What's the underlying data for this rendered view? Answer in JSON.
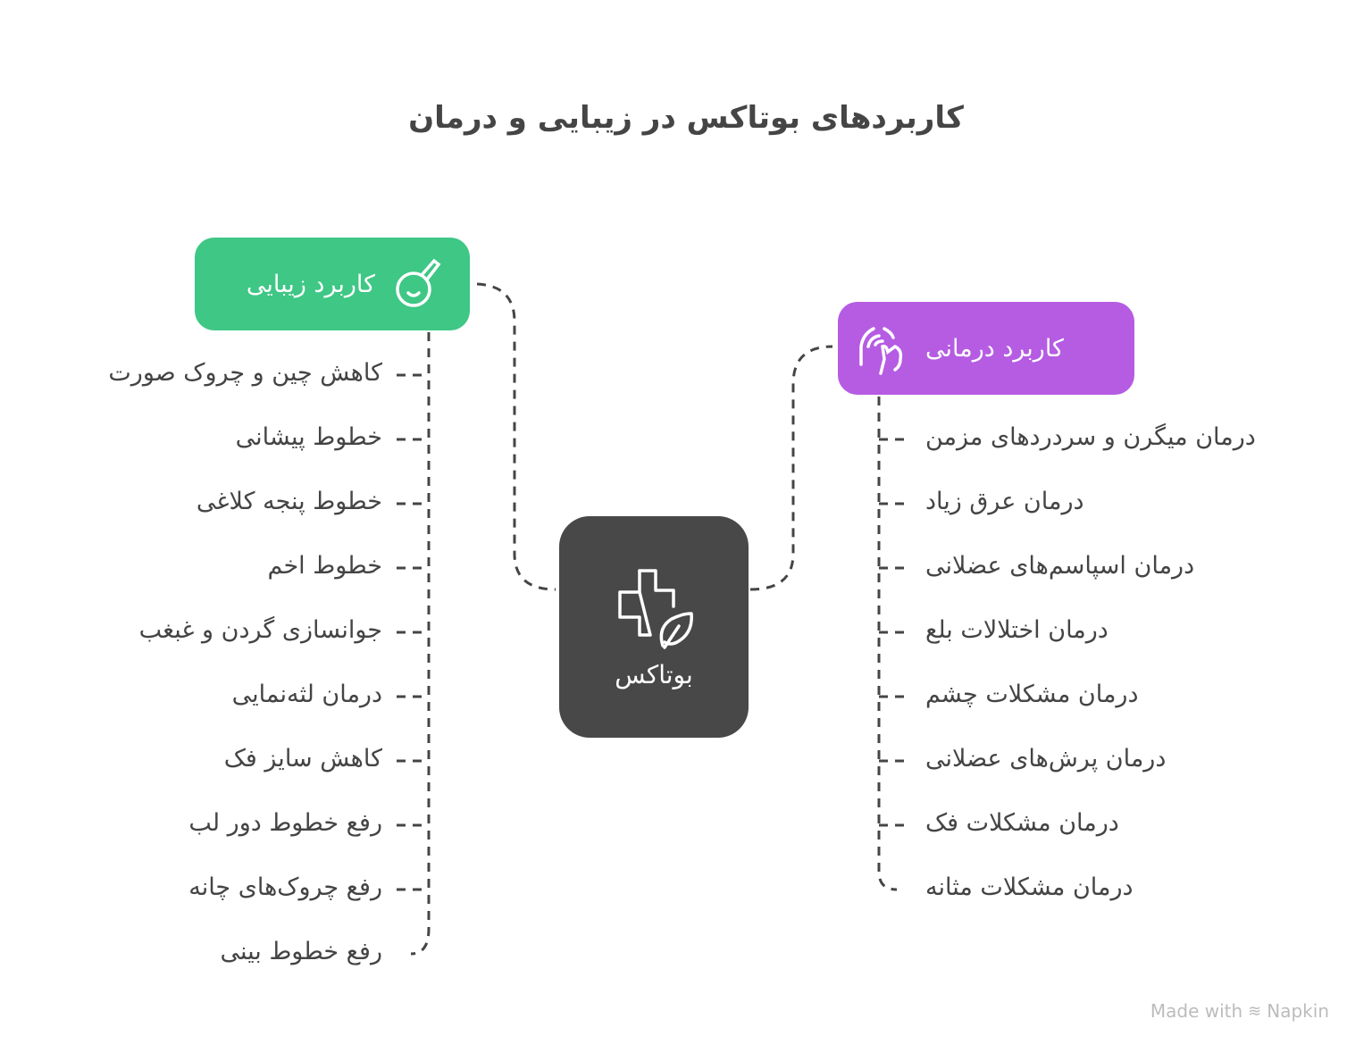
{
  "title": "کاربردهای بوتاکس در زیبایی و درمان",
  "center": {
    "label": "بوتاکس",
    "icon": "medical-cross-leaf-icon",
    "color": "#484848"
  },
  "beauty": {
    "label": "کاربرد زیبایی",
    "icon": "syringe-bulb-face-icon",
    "color": "#3ec785",
    "items": [
      "کاهش چین و چروک صورت",
      "خطوط پیشانی",
      "خطوط پنجه کلاغی",
      "خطوط اخم",
      "جوانسازی گردن و غبغب",
      "درمان لثه‌نمایی",
      "کاهش سایز فک",
      "رفع خطوط دور لب",
      "رفع چروک‌های چانه",
      "رفع خطوط بینی"
    ]
  },
  "medical": {
    "label": "کاربرد درمانی",
    "icon": "head-pain-hand-icon",
    "color": "#b55ce3",
    "items": [
      "درمان میگرن و سردردهای مزمن",
      "درمان عرق زیاد",
      "درمان اسپاسم‌های عضلانی",
      "درمان اختلالات بلع",
      "درمان مشکلات چشم",
      "درمان پرش‌های عضلانی",
      "درمان مشکلات فک",
      "درمان مشکلات مثانه"
    ]
  },
  "watermark": {
    "prefix": "Made with",
    "brand": "Napkin"
  }
}
